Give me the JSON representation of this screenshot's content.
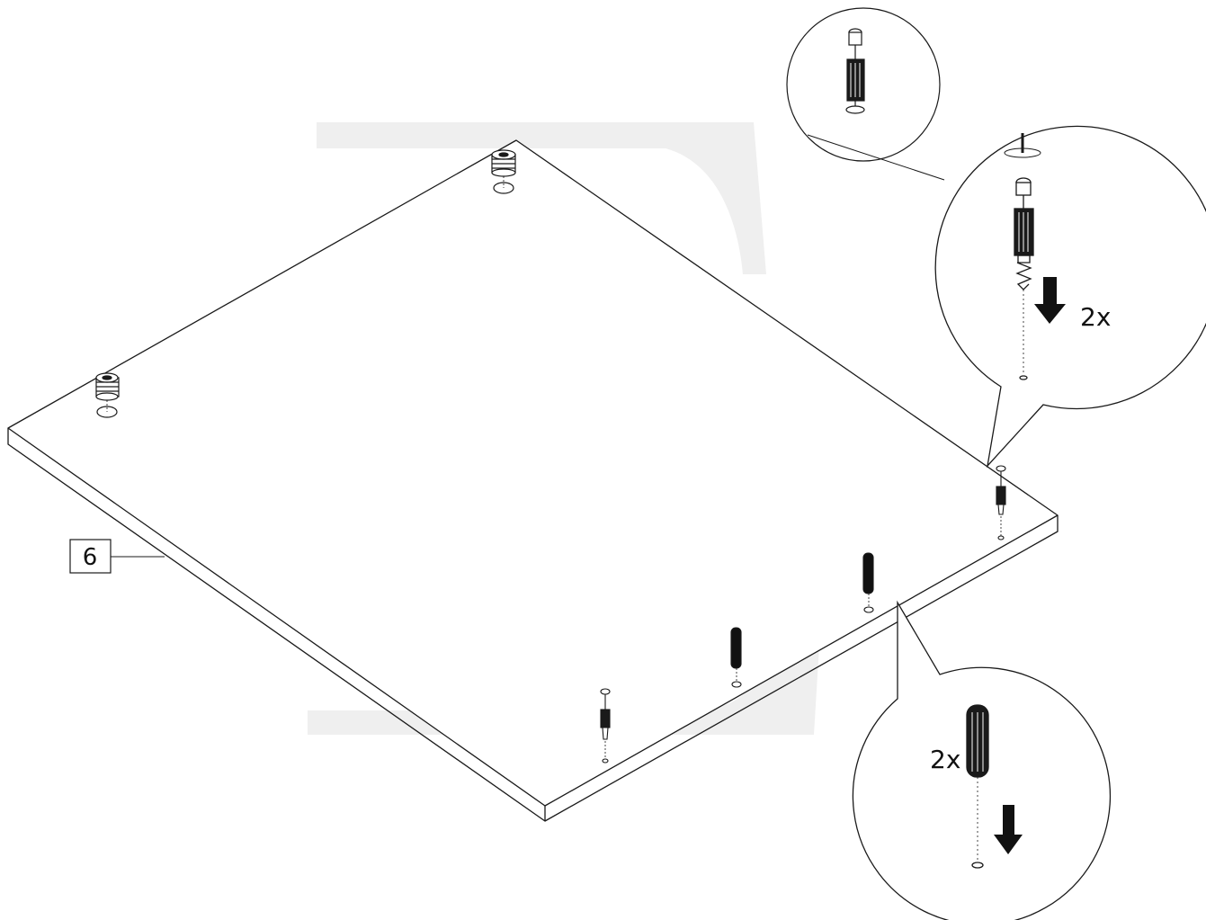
{
  "diagram": {
    "part_label": "6",
    "callout_top_quantity": "2x",
    "callout_bottom_quantity": "2x"
  },
  "icons": {
    "cam_fitting": "cam-lock-icon",
    "cam_bolt": "cam-bolt-icon",
    "wooden_dowel": "wooden-dowel-icon",
    "screwdriver": "screwdriver-icon",
    "arrow_down": "down-arrow-icon"
  },
  "colors": {
    "line": "#1a1a1a",
    "watermark": "#efefef",
    "dowel_fill": "#111111"
  }
}
